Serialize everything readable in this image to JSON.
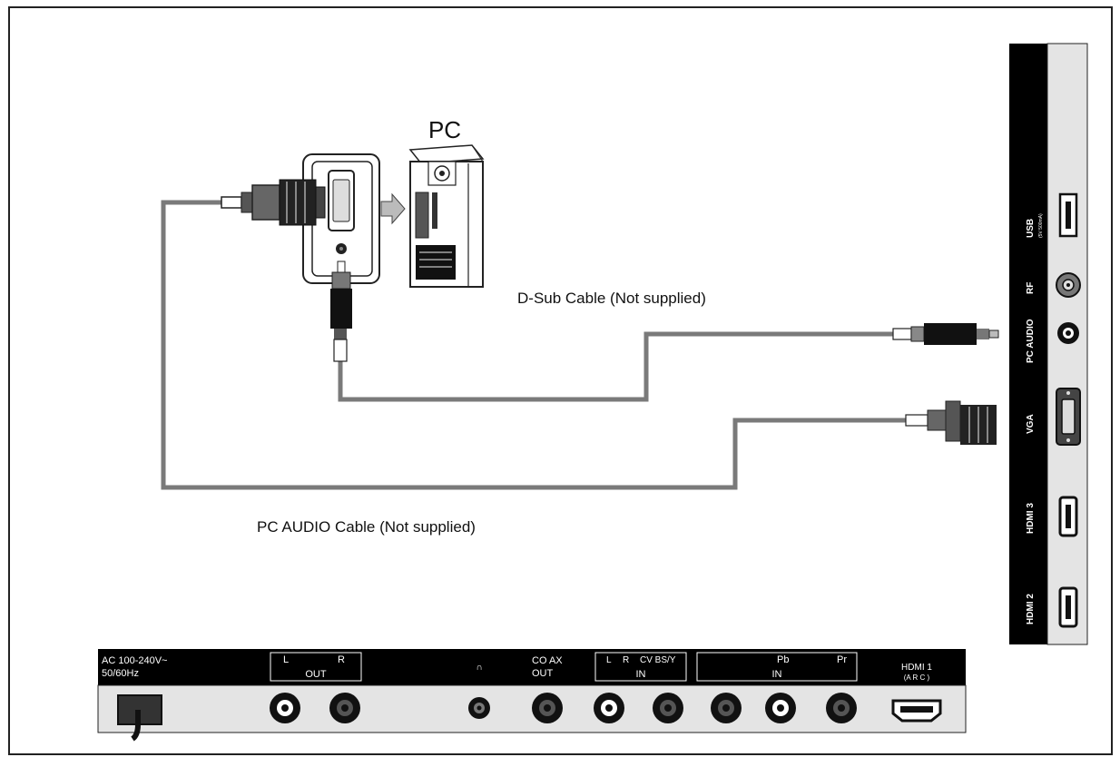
{
  "pc": {
    "title": "PC"
  },
  "cables": {
    "dsub": "D-Sub Cable (Not supplied)",
    "audio": "PC AUDIO Cable (Not supplied)"
  },
  "side_panel": {
    "usb": "USB",
    "usb_sub": "(5V 500mA)",
    "rf": "RF",
    "pc_audio": "PC AUDIO",
    "vga": "VGA",
    "hdmi3": "HDMI 3",
    "hdmi2": "HDMI 2"
  },
  "bottom_panel": {
    "ac_line1": "AC  100-240V~",
    "ac_line2": "50/60Hz",
    "out_l": "L",
    "out_r": "R",
    "out": "OUT",
    "headphone": "∩",
    "coax_line1": "CO AX",
    "coax_line2": "OUT",
    "in1_l": "L",
    "in1_r": "R",
    "in1_cvbs": "CV BS/Y",
    "in1": "IN",
    "pb": "Pb",
    "pr": "Pr",
    "in2": "IN",
    "hdmi1_line1": "HDMI 1",
    "hdmi1_line2": "(A R C )"
  }
}
